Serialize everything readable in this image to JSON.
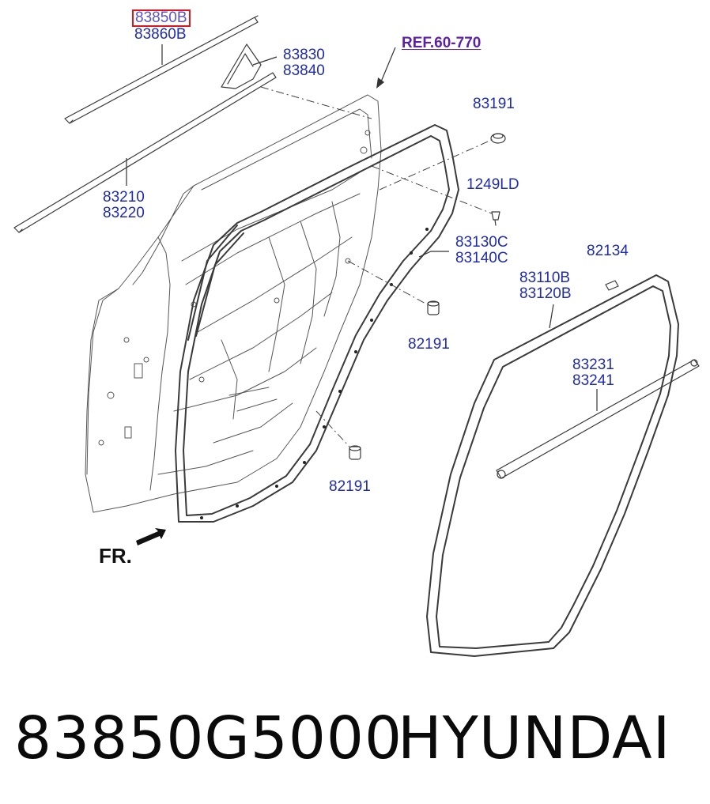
{
  "callouts": {
    "belt_outer": {
      "highlight": "83850B",
      "second": "83860B"
    },
    "delta_molding": {
      "first": "83830",
      "second": "83840"
    },
    "belt_inner": {
      "first": "83210",
      "second": "83220"
    },
    "reference": "REF.60-770",
    "plug_top": "83191",
    "screw": "1249LD",
    "door_seal": {
      "first": "83130C",
      "second": "83140C"
    },
    "stopper_mid": "82191",
    "stopper_low": "82191",
    "bumper": "82134",
    "body_seal": {
      "first": "83110B",
      "second": "83120B"
    },
    "channel": {
      "first": "83231",
      "second": "83241"
    }
  },
  "direction_label": "FR.",
  "footer": {
    "part_number": "83850G5000",
    "brand": "HYUNDAI"
  },
  "colors": {
    "callout_text": "#1f2bb0",
    "reference_text": "#5b1fa8",
    "highlight_box": "#e0151b",
    "line_art": "#333333"
  }
}
